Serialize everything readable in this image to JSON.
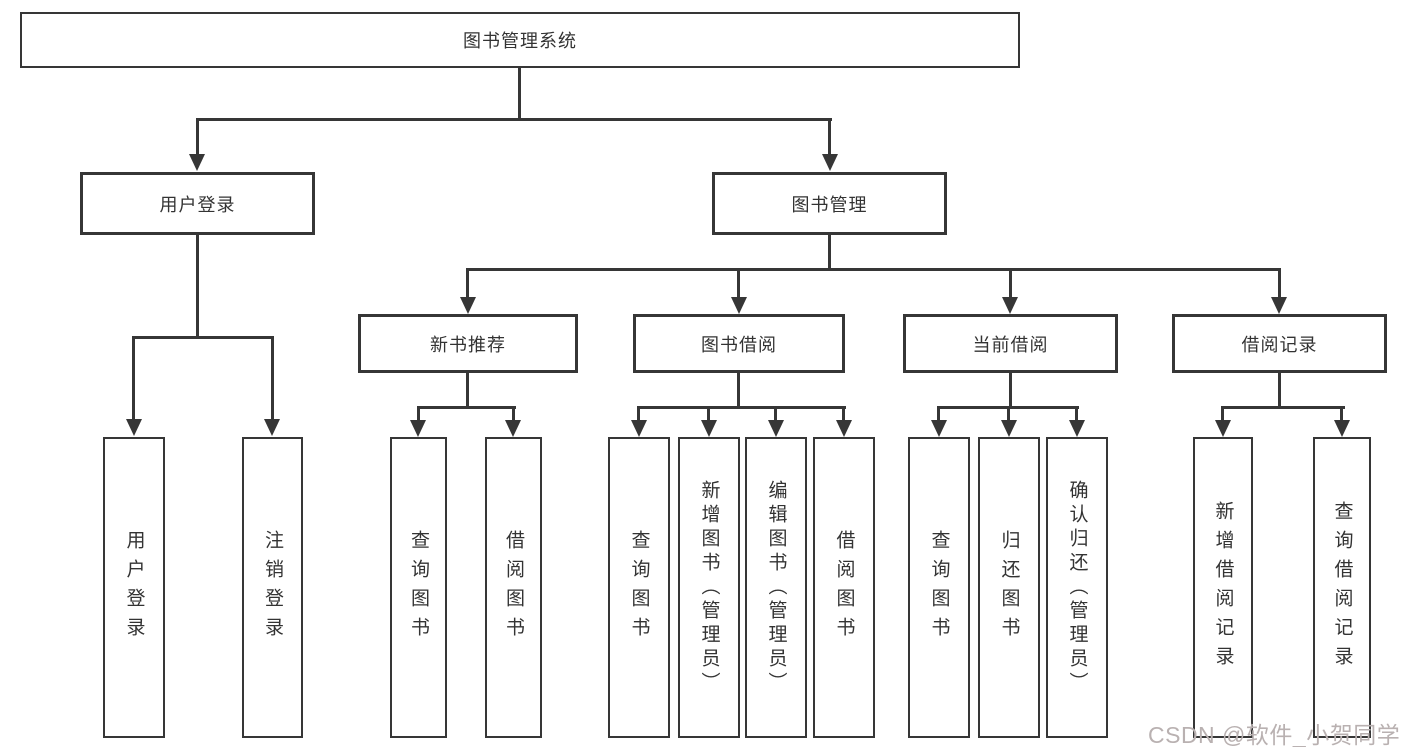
{
  "diagram": {
    "title": "图书管理系统",
    "line_color": "#363636",
    "level1": [
      {
        "label": "用户登录"
      },
      {
        "label": "图书管理"
      }
    ],
    "level2": [
      {
        "label": "新书推荐"
      },
      {
        "label": "图书借阅"
      },
      {
        "label": "当前借阅"
      },
      {
        "label": "借阅记录"
      }
    ],
    "leaves": {
      "user_login": [
        "用户登录",
        "注销登录"
      ],
      "new_books": [
        "查询图书",
        "借阅图书"
      ],
      "book_borrow": [
        "查询图书",
        "新增图书（管理员）",
        "编辑图书（管理员）",
        "借阅图书"
      ],
      "current_borrow": [
        "查询图书",
        "归还图书",
        "确认归还（管理员）"
      ],
      "borrow_records": [
        "新增借阅记录",
        "查询借阅记录"
      ]
    }
  },
  "watermark": {
    "text": "CSDN @软件_小贺同学"
  }
}
